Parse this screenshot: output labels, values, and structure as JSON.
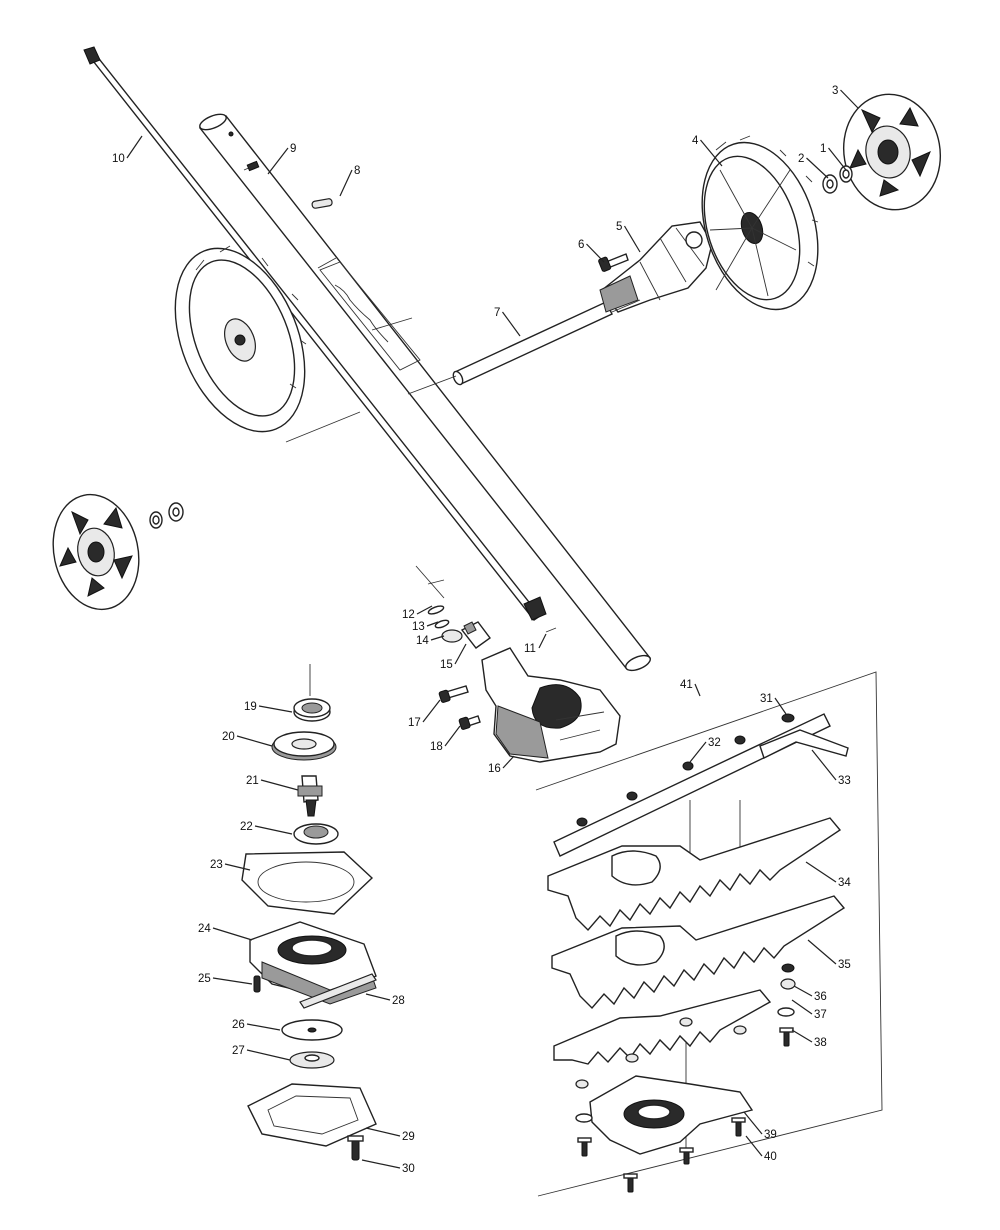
{
  "diagram": {
    "type": "exploded-parts-view",
    "callout_numbers": [
      "1",
      "2",
      "3",
      "4",
      "5",
      "6",
      "7",
      "8",
      "9",
      "10",
      "11",
      "12",
      "13",
      "14",
      "15",
      "16",
      "17",
      "18",
      "19",
      "20",
      "21",
      "22",
      "23",
      "24",
      "25",
      "26",
      "27",
      "28",
      "29",
      "30",
      "31",
      "32",
      "33",
      "34",
      "35",
      "36",
      "37",
      "38",
      "39",
      "40",
      "41"
    ]
  }
}
